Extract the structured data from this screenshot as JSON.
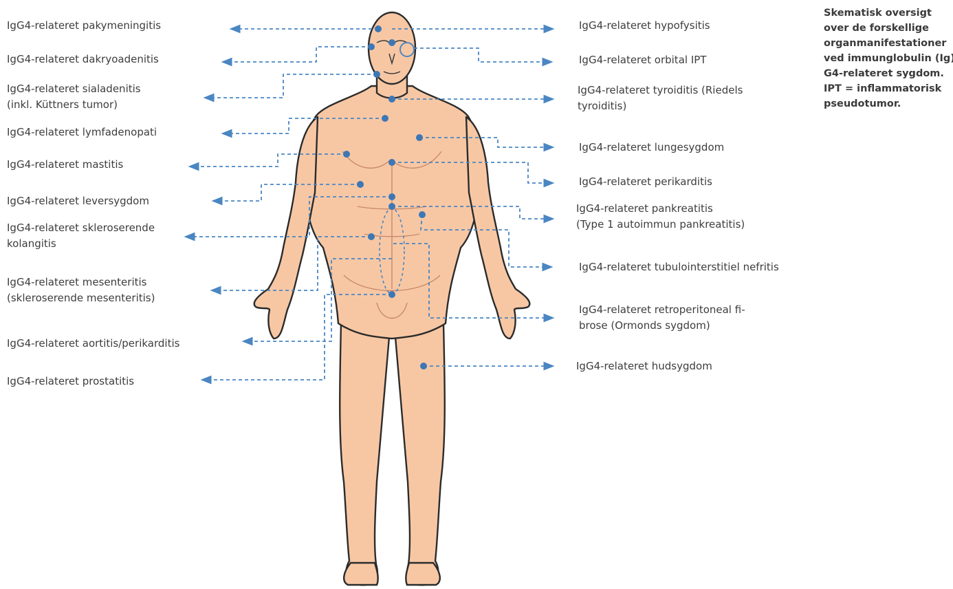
{
  "caption": [
    "Skematisk oversigt",
    "over de forskellige",
    "organmanifestationer",
    "ved immunglobulin (Ig)",
    "G4-relateret sygdom.",
    "IPT = inflammatorisk",
    "pseudotumor."
  ],
  "left_labels": [
    {
      "lines": [
        "IgG4-relateret pakymeningitis"
      ]
    },
    {
      "lines": [
        "IgG4-relateret dakryoadenitis"
      ]
    },
    {
      "lines": [
        "IgG4-relateret sialadenitis",
        "(inkl. Küttners tumor)"
      ]
    },
    {
      "lines": [
        "IgG4-relateret lymfadenopati"
      ]
    },
    {
      "lines": [
        "IgG4-relateret mastitis"
      ]
    },
    {
      "lines": [
        "IgG4-relateret leversygdom"
      ]
    },
    {
      "lines": [
        "IgG4-relateret skleroserende",
        "kolangitis"
      ]
    },
    {
      "lines": [
        "IgG4-relateret mesenteritis",
        "(skleroserende mesenteritis)"
      ]
    },
    {
      "lines": [
        "IgG4-relateret aortitis/perikarditis"
      ]
    },
    {
      "lines": [
        "IgG4-relateret prostatitis"
      ]
    }
  ],
  "right_labels": [
    {
      "lines": [
        "IgG4-relateret hypofysitis"
      ]
    },
    {
      "lines": [
        "IgG4-relateret orbital IPT"
      ]
    },
    {
      "lines": [
        "IgG4-relateret tyroiditis (Riedels",
        "tyroiditis)"
      ]
    },
    {
      "lines": [
        "IgG4-relateret lungesygdom"
      ]
    },
    {
      "lines": [
        "IgG4-relateret perikarditis"
      ]
    },
    {
      "lines": [
        "IgG4-relateret pankreatitis",
        "(Type 1 autoimmun pankreatitis)"
      ]
    },
    {
      "lines": [
        "IgG4-relateret tubulointerstitiel nefritis"
      ]
    },
    {
      "lines": [
        "IgG4-relateret retroperitoneal fi-",
        "brose (Ormonds sygdom)"
      ]
    },
    {
      "lines": [
        "IgG4-relateret hudsygdom"
      ]
    }
  ],
  "colors": {
    "connector": "#4a86c2",
    "marker": "#3d77b5",
    "skin": "#f7c7a4",
    "skin_shade": "#e9a985",
    "outline": "#2b2b2b"
  }
}
